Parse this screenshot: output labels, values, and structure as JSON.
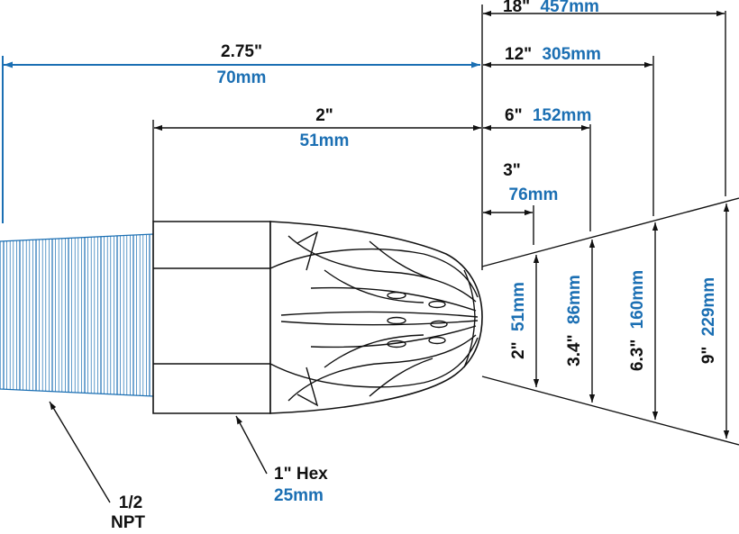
{
  "dimensions": {
    "overall_length": {
      "imperial": "2.75\"",
      "metric": "70mm"
    },
    "hex_length": {
      "imperial": "2\"",
      "metric": "51mm"
    }
  },
  "spray_distances": [
    {
      "imperial": "3\"",
      "metric": "76mm"
    },
    {
      "imperial": "6\"",
      "metric": "152mm"
    },
    {
      "imperial": "12\"",
      "metric": "305mm"
    },
    {
      "imperial": "18\"",
      "metric": "457mm"
    }
  ],
  "spray_widths": [
    {
      "imperial": "2\"",
      "metric": "51mm"
    },
    {
      "imperial": "3.4\"",
      "metric": "86mm"
    },
    {
      "imperial": "6.3\"",
      "metric": "160mm"
    },
    {
      "imperial": "9\"",
      "metric": "229mm"
    }
  ],
  "callouts": {
    "thread": {
      "line1": "1/2",
      "line2": "NPT"
    },
    "hex": {
      "imperial": "1\" Hex",
      "metric": "25mm"
    }
  },
  "colors": {
    "imperial_text": "#111111",
    "metric_text": "#1b6fb3",
    "thread_lines": "#1b6fb3"
  }
}
